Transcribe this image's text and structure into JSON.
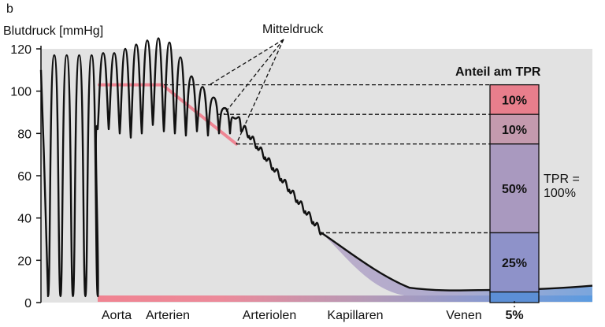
{
  "panel_label": "b",
  "chart_data": {
    "type": "line",
    "ylabel": "Blutdruck [mmHg]",
    "ylim": [
      0,
      120
    ],
    "yticks": [
      0,
      20,
      40,
      60,
      80,
      100,
      120
    ],
    "grid": false,
    "annotation": "Mitteldruck",
    "x_categories": [
      "Aorta",
      "Arterien",
      "Arteriolen",
      "Kapillaren",
      "Venen"
    ],
    "pressure_curve": {
      "segments": [
        {
          "section": "Aorta",
          "oscillation": true,
          "min": 3,
          "max": 117
        },
        {
          "section": "Arterien",
          "oscillation": true,
          "min": 77,
          "max": 125
        },
        {
          "section": "Arteriolen",
          "oscillation": true,
          "from": 84,
          "to": 33
        },
        {
          "section": "Kapillaren",
          "from": 33,
          "to": 10
        },
        {
          "section": "Venen",
          "from": 6,
          "to": 6
        }
      ]
    },
    "mean_pressure": [
      {
        "section": "Aorta",
        "value": 103
      },
      {
        "section": "Arterien",
        "value": 103
      },
      {
        "section": "Arteriolen",
        "value": 75
      }
    ],
    "tpr_bar": {
      "title": "Anteil am TPR",
      "total_label": "TPR =\n100%",
      "segments": [
        {
          "label": "10%",
          "value": 10,
          "y_from": 89,
          "y_to": 103,
          "color": "#e87e8c"
        },
        {
          "label": "10%",
          "value": 10,
          "y_from": 75,
          "y_to": 89,
          "color": "#c49aae"
        },
        {
          "label": "50%",
          "value": 50,
          "y_from": 33,
          "y_to": 75,
          "color": "#a999bf"
        },
        {
          "label": "25%",
          "value": 25,
          "y_from": 5,
          "y_to": 33,
          "color": "#8e92c9"
        },
        {
          "label": "5%",
          "value": 5,
          "y_from": 0,
          "y_to": 5,
          "color": "#5c8fd6"
        }
      ]
    },
    "colors": {
      "background": "#e2e2e2",
      "curve": "#111111",
      "mean_line": "#ef7f8e",
      "arterial": "#f08391",
      "venous": "#5b9be0"
    }
  }
}
